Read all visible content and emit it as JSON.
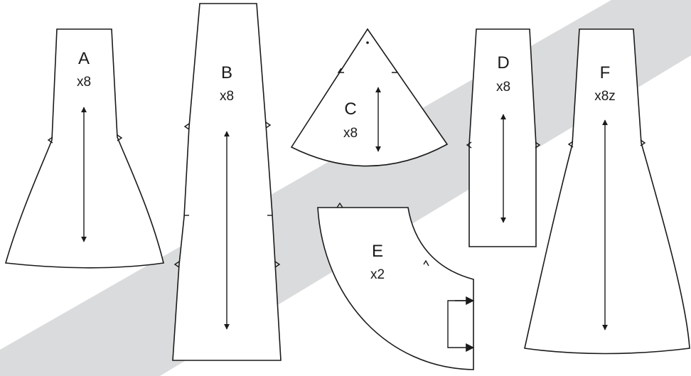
{
  "pieces": [
    {
      "id": "A",
      "letter": "A",
      "quantity": "x8"
    },
    {
      "id": "B",
      "letter": "B",
      "quantity": "x8"
    },
    {
      "id": "C",
      "letter": "C",
      "quantity": "x8"
    },
    {
      "id": "D",
      "letter": "D",
      "quantity": "x8"
    },
    {
      "id": "E",
      "letter": "E",
      "quantity": "x2"
    },
    {
      "id": "F",
      "letter": "F",
      "quantity": "x8z"
    }
  ],
  "colors": {
    "background": "#ffffff",
    "band": "#dadbdc",
    "outline": "#1a1a1a"
  }
}
